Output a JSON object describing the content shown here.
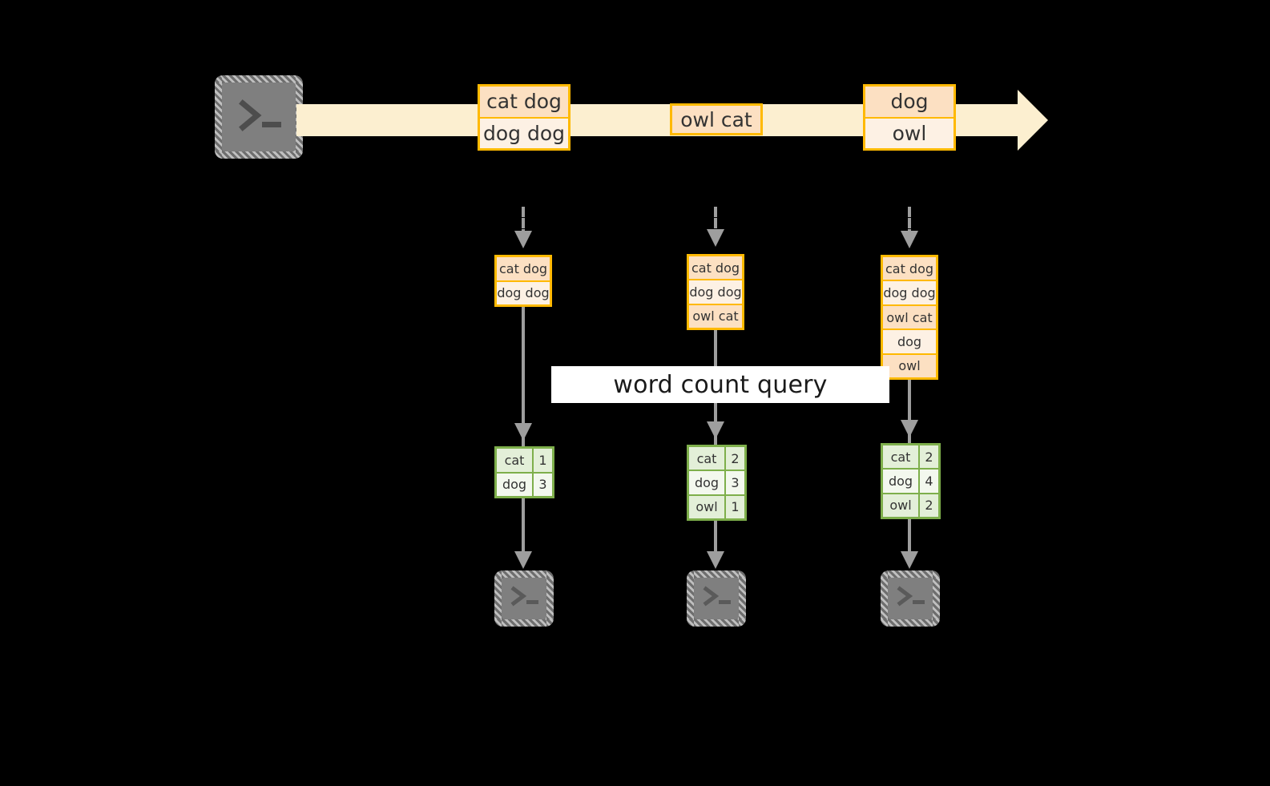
{
  "diagram": {
    "title": "word count query",
    "colors": {
      "background": "#000000",
      "stream_fill": "#FCEFD0",
      "log_border": "#FFB900",
      "log_fill_a": "#FCE0C2",
      "log_fill_b": "#FDF1E4",
      "table_border": "#7EAF4B",
      "table_fill_a": "#E3EFD8",
      "table_fill_b": "#F3F8EE",
      "connector": "#9E9E9E",
      "terminal_fill": "#7F7F7F",
      "label_fill": "#FFFFFF",
      "text": "#333333"
    }
  },
  "producer": {
    "icon": "terminal-icon",
    "prompt": ">_"
  },
  "stream": {
    "messages": [
      {
        "lines": [
          "cat dog",
          "dog dog"
        ]
      },
      {
        "lines": [
          "owl cat"
        ]
      },
      {
        "lines": [
          "dog",
          "owl"
        ]
      }
    ]
  },
  "query_label": "word count query",
  "snapshots": [
    {
      "log": [
        "cat dog",
        "dog dog"
      ],
      "result": {
        "rows": [
          {
            "word": "cat",
            "count": "1"
          },
          {
            "word": "dog",
            "count": "3"
          }
        ]
      },
      "consumer": {
        "icon": "terminal-icon",
        "prompt": ">_"
      }
    },
    {
      "log": [
        "cat dog",
        "dog dog",
        "owl cat"
      ],
      "result": {
        "rows": [
          {
            "word": "cat",
            "count": "2"
          },
          {
            "word": "dog",
            "count": "3"
          },
          {
            "word": "owl",
            "count": "1"
          }
        ]
      },
      "consumer": {
        "icon": "terminal-icon",
        "prompt": ">_"
      }
    },
    {
      "log": [
        "cat dog",
        "dog dog",
        "owl cat",
        "dog",
        "owl"
      ],
      "result": {
        "rows": [
          {
            "word": "cat",
            "count": "2"
          },
          {
            "word": "dog",
            "count": "4"
          },
          {
            "word": "owl",
            "count": "2"
          }
        ]
      },
      "consumer": {
        "icon": "terminal-icon",
        "prompt": ">_"
      }
    }
  ]
}
